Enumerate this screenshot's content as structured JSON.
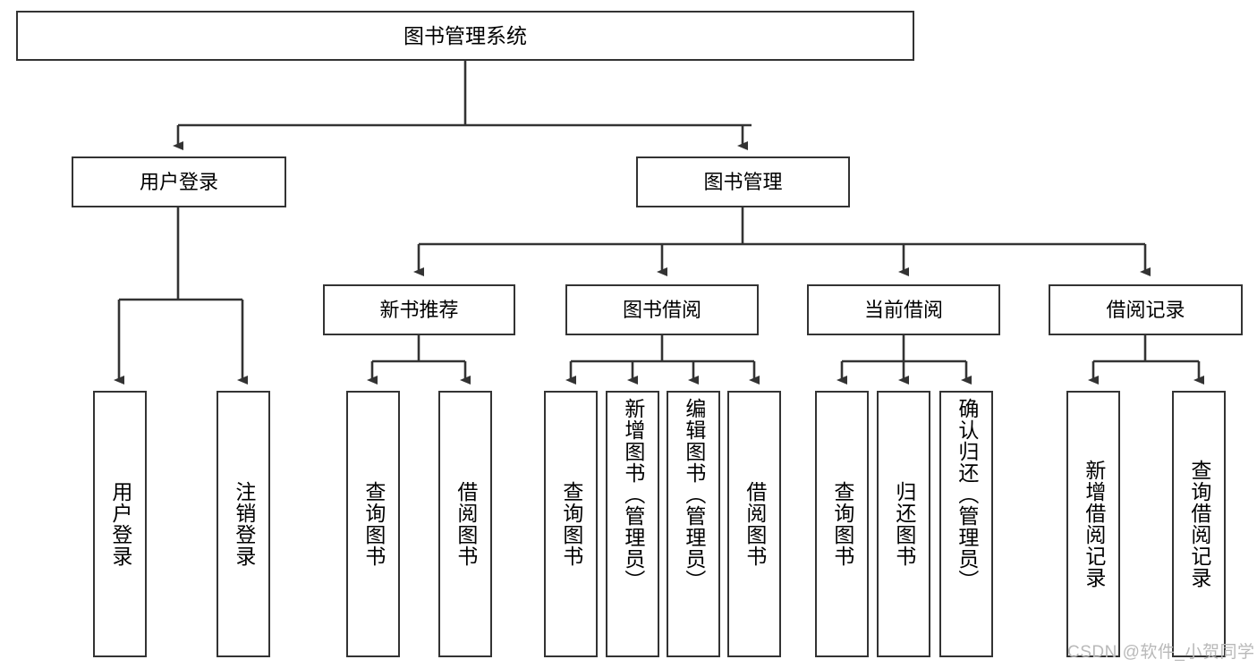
{
  "diagram": {
    "title": "图书管理系统",
    "type": "tree-hierarchy-chart",
    "watermark": "CSDN @软件_小贺同学",
    "colors": {
      "box_border": "#333333",
      "box_fill": "#ffffff",
      "edge": "#333333",
      "text": "#000000",
      "watermark": "#b9b9b9"
    }
  },
  "nodes": {
    "root": {
      "label": "图书管理系统"
    },
    "level1": [
      {
        "id": "user-login",
        "label": "用户登录"
      },
      {
        "id": "book-manage",
        "label": "图书管理"
      }
    ],
    "level2": [
      {
        "id": "new-book-recommend",
        "label": "新书推荐"
      },
      {
        "id": "book-borrow",
        "label": "图书借阅"
      },
      {
        "id": "current-borrow",
        "label": "当前借阅"
      },
      {
        "id": "borrow-record",
        "label": "借阅记录"
      }
    ],
    "leaves": {
      "user_login": [
        {
          "id": "leaf-user-login",
          "label": "用户登录"
        },
        {
          "id": "leaf-logout",
          "label": "注销登录"
        }
      ],
      "new_book_recommend": [
        {
          "id": "leaf-query-book-1",
          "label": "查询图书"
        },
        {
          "id": "leaf-borrow-book-1",
          "label": "借阅图书"
        }
      ],
      "book_borrow": [
        {
          "id": "leaf-query-book-2",
          "label": "查询图书"
        },
        {
          "id": "leaf-add-book",
          "label": "新增图书（管理员）"
        },
        {
          "id": "leaf-edit-book",
          "label": "编辑图书（管理员）"
        },
        {
          "id": "leaf-borrow-book-2",
          "label": "借阅图书"
        }
      ],
      "current_borrow": [
        {
          "id": "leaf-query-book-3",
          "label": "查询图书"
        },
        {
          "id": "leaf-return-book",
          "label": "归还图书"
        },
        {
          "id": "leaf-confirm-return",
          "label": "确认归还（管理员）"
        }
      ],
      "borrow_record": [
        {
          "id": "leaf-add-record",
          "label": "新增借阅记录"
        },
        {
          "id": "leaf-query-record",
          "label": "查询借阅记录"
        }
      ]
    }
  }
}
